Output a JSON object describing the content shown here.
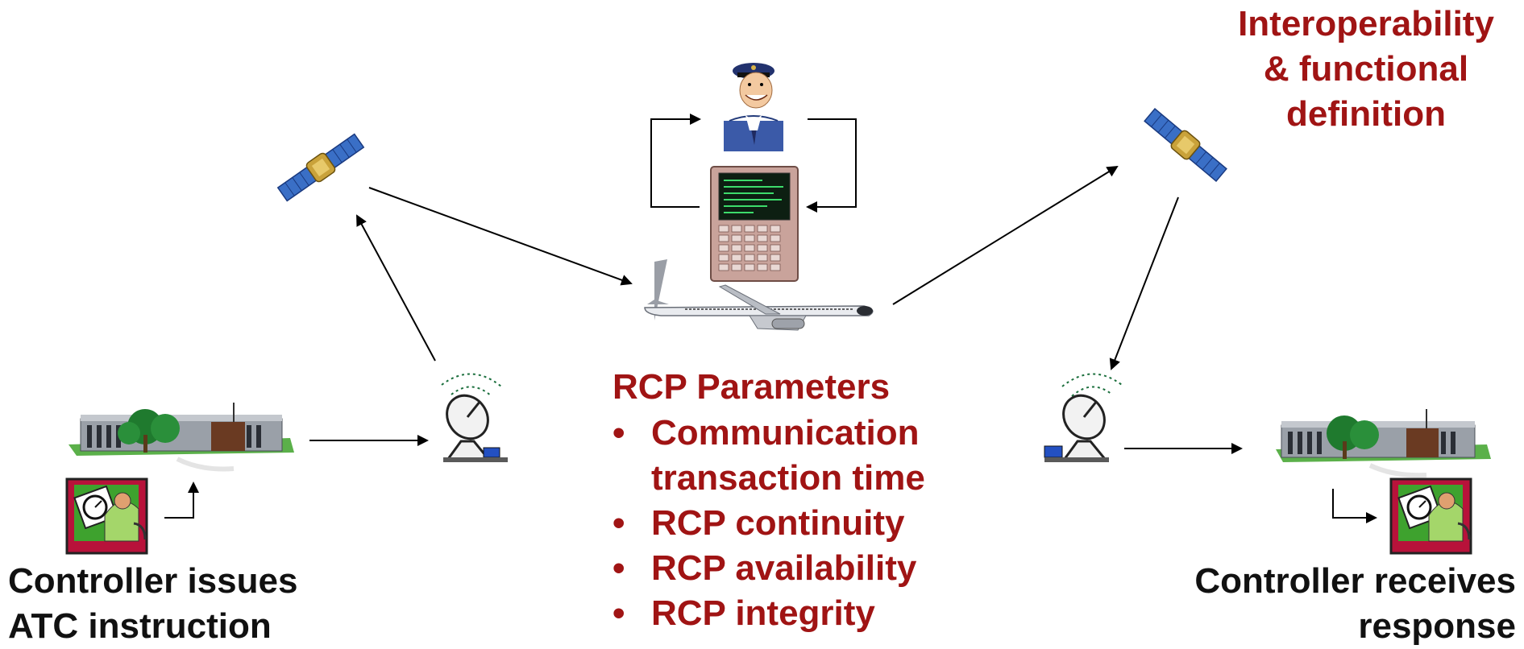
{
  "labels": {
    "controller_issues": [
      "Controller issues",
      "ATC instruction"
    ],
    "controller_receives": [
      "Controller receives",
      "response"
    ],
    "interoperability": [
      "Interoperability",
      "& functional",
      "definition"
    ]
  },
  "rcp": {
    "heading": "RCP Parameters",
    "bullet": "•",
    "items": [
      [
        "Communication",
        "transaction time"
      ],
      [
        "RCP continuity"
      ],
      [
        "RCP availability"
      ],
      [
        "RCP integrity"
      ]
    ]
  },
  "colors": {
    "accent": "#a01414",
    "text": "#111111",
    "arrow": "#000000"
  },
  "icons": [
    "satellite-icon",
    "pilot-icon",
    "cockpit-terminal-icon",
    "airplane-icon",
    "ground-station-icon",
    "building-icon",
    "controller-icon"
  ]
}
